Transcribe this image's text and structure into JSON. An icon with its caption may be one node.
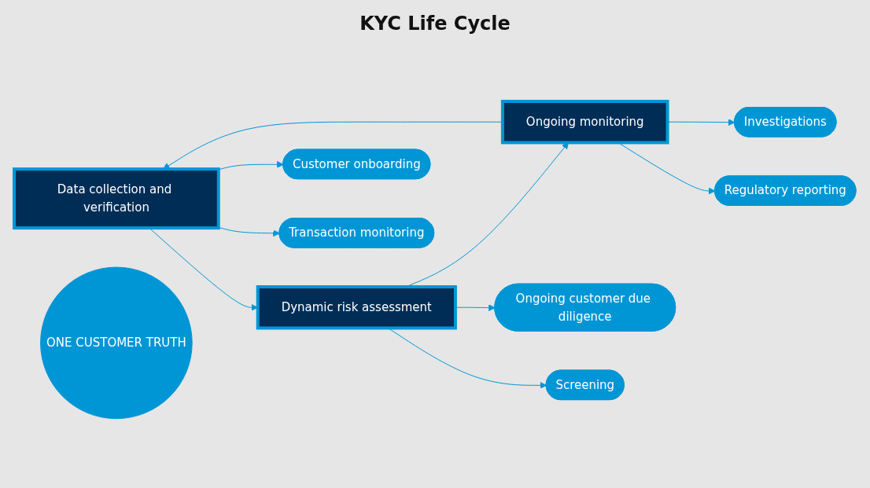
{
  "diagram": {
    "title": "KYC Life Cycle",
    "nodes": [
      {
        "text": [
          "Data collection and verification"
        ]
      },
      {
        "text": [
          "Dynamic risk assessment"
        ]
      },
      {
        "text": [
          "Ongoing monitoring"
        ]
      },
      {
        "text": [
          "ONE CUSTOMER TRUTH"
        ]
      },
      {
        "text": [
          "Customer onboarding"
        ]
      },
      {
        "text": [
          "Ongoing customer due diligence"
        ]
      },
      {
        "text": [
          "Transaction monitoring"
        ]
      },
      {
        "text": [
          "Screening"
        ]
      },
      {
        "text": [
          "Investigations"
        ]
      },
      {
        "text": [
          "Regulatory reporting"
        ]
      }
    ],
    "edges": [
      {
        "from": 0,
        "to": 1,
        "arrow": "to"
      },
      {
        "from": 1,
        "to": 2,
        "arrow": "to"
      },
      {
        "from": 2,
        "to": 0,
        "arrow": "to"
      },
      {
        "from": 0,
        "to": 4,
        "arrow": "to"
      },
      {
        "from": 0,
        "to": 6,
        "arrow": "to"
      },
      {
        "from": 1,
        "to": 5,
        "arrow": "to"
      },
      {
        "from": 1,
        "to": 7,
        "arrow": "to"
      },
      {
        "from": 2,
        "to": 8,
        "arrow": "to"
      },
      {
        "from": 2,
        "to": 9,
        "arrow": "to"
      }
    ]
  }
}
